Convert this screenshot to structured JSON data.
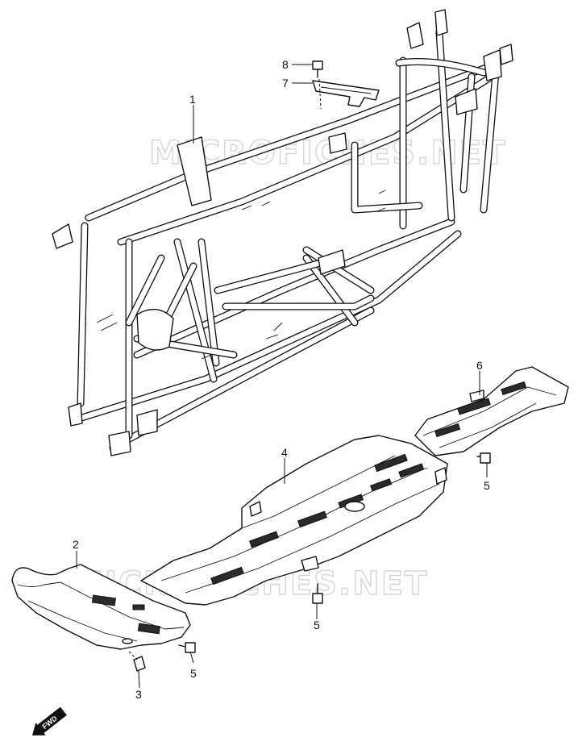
{
  "diagram": {
    "watermarks": [
      "MICROFICHES.NET",
      "MICROFICHES.NET"
    ],
    "direction_label": "FWD",
    "callouts": [
      {
        "id": "callout-1",
        "label": "1"
      },
      {
        "id": "callout-2",
        "label": "2"
      },
      {
        "id": "callout-3",
        "label": "3"
      },
      {
        "id": "callout-4",
        "label": "4"
      },
      {
        "id": "callout-5a",
        "label": "5"
      },
      {
        "id": "callout-5b",
        "label": "5"
      },
      {
        "id": "callout-5c",
        "label": "5"
      },
      {
        "id": "callout-6",
        "label": "6"
      },
      {
        "id": "callout-7",
        "label": "7"
      },
      {
        "id": "callout-8",
        "label": "8"
      }
    ],
    "parts": [
      "frame",
      "front-skid-plate",
      "center-skid-plate",
      "rear-skid-plate",
      "bracket",
      "bolt"
    ]
  }
}
